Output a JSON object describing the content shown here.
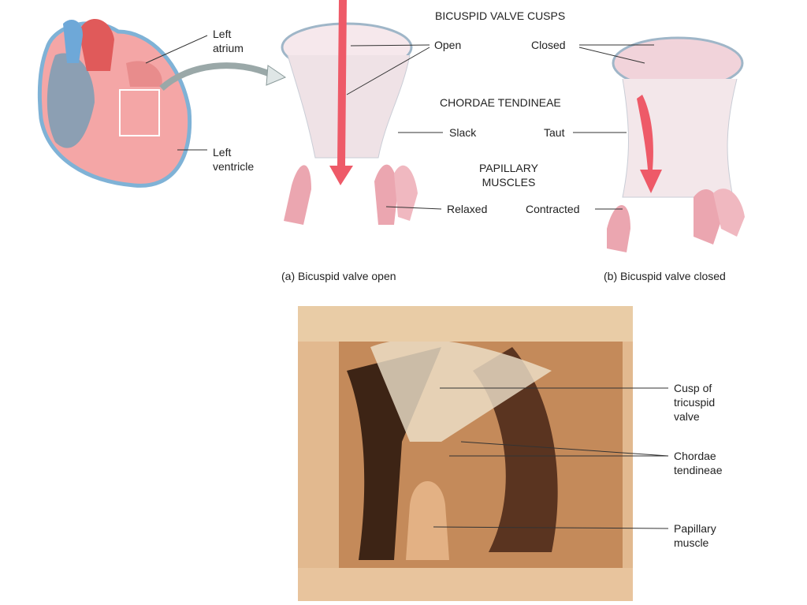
{
  "heart": {
    "left_atrium": "Left\natrium",
    "left_ventricle": "Left\nventricle"
  },
  "valve_diagram": {
    "heading_cusps": "BICUSPID VALVE CUSPS",
    "open": "Open",
    "closed": "Closed",
    "heading_chordae": "CHORDAE TENDINEAE",
    "slack": "Slack",
    "taut": "Taut",
    "heading_papillary": "PAPILLARY\nMUSCLES",
    "relaxed": "Relaxed",
    "contracted": "Contracted",
    "caption_a": "(a) Bicuspid valve open",
    "caption_b": "(b) Bicuspid valve closed"
  },
  "photo": {
    "cusp": "Cusp of\ntricuspid\nvalve",
    "chordae": "Chordae\ntendineae",
    "papillary": "Papillary\nmuscle"
  }
}
